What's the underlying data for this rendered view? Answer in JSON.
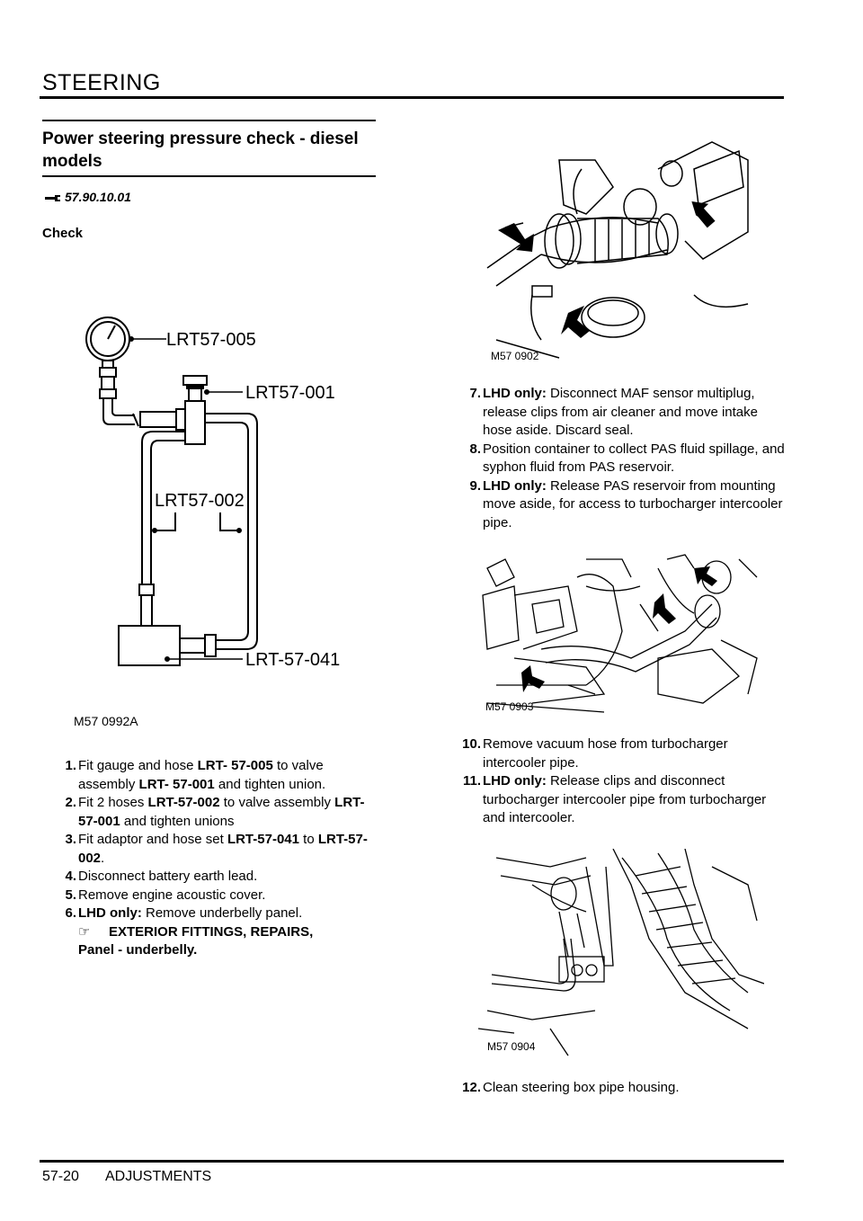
{
  "header": {
    "title": "STEERING"
  },
  "footer": {
    "page": "57-20",
    "section": "ADJUSTMENTS"
  },
  "section": {
    "title": "Power steering pressure check - diesel models",
    "ref": "57.90.10.01",
    "check": "Check"
  },
  "figures": {
    "gauge": {
      "caption": "M57 0992A",
      "labels": [
        "LRT57-005",
        "LRT57-001",
        "LRT57-002",
        "LRT-57-041"
      ]
    },
    "intake": {
      "caption": "M57 0902"
    },
    "intercooler": {
      "caption": "M57 0903"
    },
    "box": {
      "caption": "M57 0904"
    }
  },
  "steps_left": [
    {
      "n": "1.",
      "parts": [
        "Fit gauge and hose ",
        {
          "b": "LRT- 57-005"
        },
        "  to valve assembly  ",
        {
          "b": "LRT- 57-001"
        },
        " and tighten union."
      ]
    },
    {
      "n": "2.",
      "parts": [
        "Fit 2 hoses ",
        {
          "b": "LRT-57-002"
        },
        "  to valve assembly ",
        {
          "b": "LRT- 57-001"
        },
        "  and tighten unions"
      ]
    },
    {
      "n": "3.",
      "parts": [
        "Fit adaptor and hose set ",
        {
          "b": "LRT-57-041"
        },
        "  to  ",
        {
          "b": "LRT-57-002"
        },
        "."
      ]
    },
    {
      "n": "4.",
      "parts": [
        "Disconnect battery earth lead."
      ]
    },
    {
      "n": "5.",
      "parts": [
        "Remove engine acoustic cover."
      ]
    },
    {
      "n": "6.",
      "parts": [
        {
          "b": "LHD only:"
        },
        "  Remove underbelly panel."
      ]
    }
  ],
  "xref": {
    "line1": "EXTERIOR FITTINGS, REPAIRS,",
    "line2": "Panel - underbelly."
  },
  "steps_right_a": [
    {
      "n": "7.",
      "parts": [
        {
          "b": "LHD only:"
        },
        "  Disconnect MAF sensor multiplug, release clips from air cleaner and move intake hose aside. Discard seal."
      ]
    },
    {
      "n": "8.",
      "parts": [
        "Position container to collect PAS fluid spillage, and syphon fluid from PAS reservoir."
      ]
    },
    {
      "n": "9.",
      "parts": [
        {
          "b": "LHD only:"
        },
        " Release PAS reservoir from mounting move aside, for access to turbocharger intercooler pipe."
      ]
    }
  ],
  "steps_right_b": [
    {
      "n": "10.",
      "parts": [
        "Remove vacuum hose from turbocharger intercooler pipe."
      ]
    },
    {
      "n": "11.",
      "parts": [
        {
          "b": "LHD only:"
        },
        "  Release clips and disconnect turbocharger intercooler pipe from turbocharger and intercooler."
      ]
    }
  ],
  "steps_right_c": [
    {
      "n": "12.",
      "parts": [
        "Clean steering box pipe housing."
      ]
    }
  ]
}
